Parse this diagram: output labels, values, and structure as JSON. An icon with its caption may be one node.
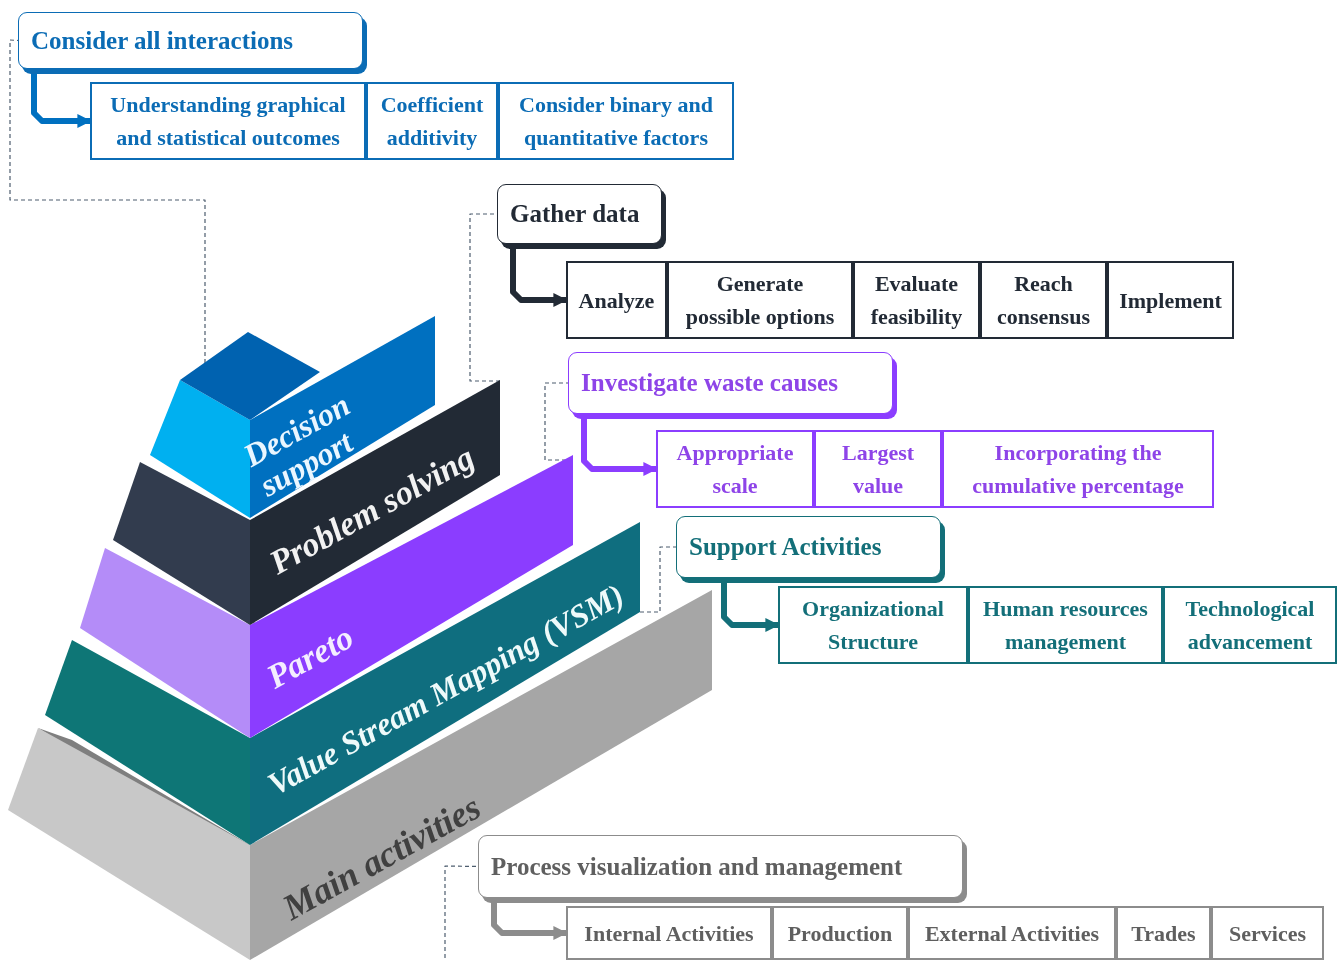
{
  "diagram": {
    "nodes": [
      {
        "text": [
          "Decision support"
        ]
      },
      {
        "text": [
          "Consider all interactions"
        ]
      },
      {
        "text": [
          "Understanding graphical and statistical outcomes"
        ]
      },
      {
        "text": [
          "Coefficient additivity"
        ]
      },
      {
        "text": [
          "Consider binary and quantitative factors"
        ]
      },
      {
        "text": [
          "Problem solving"
        ]
      },
      {
        "text": [
          "Gather data"
        ]
      },
      {
        "text": [
          "Analyze"
        ]
      },
      {
        "text": [
          "Generate possible options"
        ]
      },
      {
        "text": [
          "Evaluate feasibility"
        ]
      },
      {
        "text": [
          "Reach consensus"
        ]
      },
      {
        "text": [
          "Implement"
        ]
      },
      {
        "text": [
          "Pareto"
        ]
      },
      {
        "text": [
          "Investigate waste causes"
        ]
      },
      {
        "text": [
          "Appropriate scale"
        ]
      },
      {
        "text": [
          "Largest value"
        ]
      },
      {
        "text": [
          "Incorporating the cumulative percentage"
        ]
      },
      {
        "text": [
          "Value Stream Mapping (VSM)"
        ]
      },
      {
        "text": [
          "Support Activities"
        ]
      },
      {
        "text": [
          "Organizational Structure"
        ]
      },
      {
        "text": [
          "Human resources management"
        ]
      },
      {
        "text": [
          "Technological advancement"
        ]
      },
      {
        "text": [
          "Main activities"
        ]
      },
      {
        "text": [
          "Process visualization and management"
        ]
      },
      {
        "text": [
          "Internal Activities"
        ]
      },
      {
        "text": [
          "Production"
        ]
      },
      {
        "text": [
          "External Activities"
        ]
      },
      {
        "text": [
          "Trades"
        ]
      },
      {
        "text": [
          "Services"
        ]
      }
    ],
    "edges": [
      {
        "from": 0,
        "to": 1,
        "arrow": "none",
        "style": "dashed"
      },
      {
        "from": 1,
        "to": 2,
        "arrow": "to",
        "style": "thick",
        "color": "#0070c0"
      },
      {
        "from": 5,
        "to": 6,
        "arrow": "none",
        "style": "dashed"
      },
      {
        "from": 6,
        "to": 7,
        "arrow": "to",
        "style": "thick",
        "color": "#222a35"
      },
      {
        "from": 12,
        "to": 13,
        "arrow": "none",
        "style": "dashed"
      },
      {
        "from": 13,
        "to": 14,
        "arrow": "to",
        "style": "thick",
        "color": "#8b3dff"
      },
      {
        "from": 17,
        "to": 18,
        "arrow": "none",
        "style": "dashed"
      },
      {
        "from": 18,
        "to": 19,
        "arrow": "to",
        "style": "thick",
        "color": "#136f79"
      },
      {
        "from": 22,
        "to": 23,
        "arrow": "none",
        "style": "dashed"
      },
      {
        "from": 23,
        "to": 24,
        "arrow": "to",
        "style": "thick",
        "color": "#8c8c8c"
      }
    ]
  }
}
